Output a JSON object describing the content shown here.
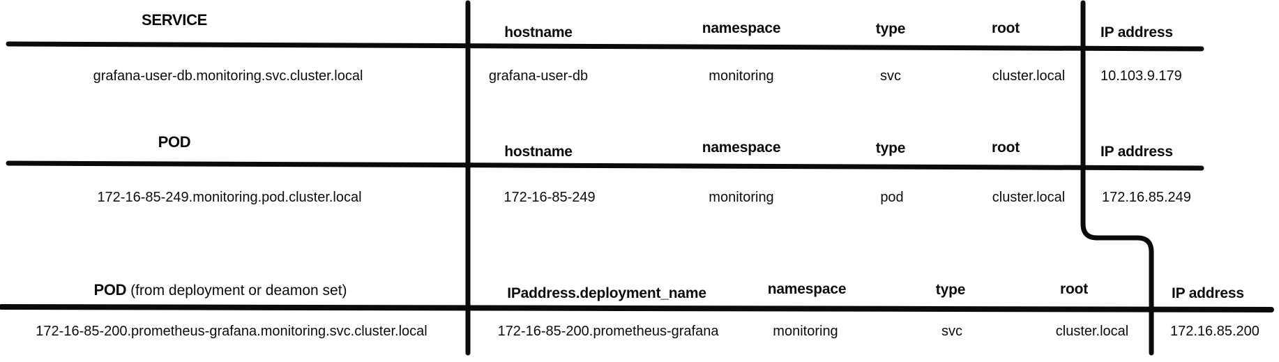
{
  "page": {
    "background_color": "#ffffff",
    "line_color": "#0b0b0b",
    "text_color": "#0b0b0b"
  },
  "sections": [
    {
      "title": "SERVICE",
      "title_note": "",
      "headers": [
        "hostname",
        "namespace",
        "type",
        "root",
        "IP address"
      ],
      "row": {
        "full_name": "grafana-user-db.monitoring.svc.cluster.local",
        "hostname": "grafana-user-db",
        "namespace": "monitoring",
        "type": "svc",
        "root": "cluster.local",
        "ip_address": "10.103.9.179"
      }
    },
    {
      "title": "POD",
      "title_note": "",
      "headers": [
        "hostname",
        "namespace",
        "type",
        "root",
        "IP address"
      ],
      "row": {
        "full_name": "172-16-85-249.monitoring.pod.cluster.local",
        "hostname": "172-16-85-249",
        "namespace": "monitoring",
        "type": "pod",
        "root": "cluster.local",
        "ip_address": "172.16.85.249"
      }
    },
    {
      "title": "POD",
      "title_note": " (from deployment or deamon set)",
      "headers": [
        "IPaddress.deployment_name",
        "namespace",
        "type",
        "root",
        "IP address"
      ],
      "row": {
        "full_name": "172-16-85-200.prometheus-grafana.monitoring.svc.cluster.local",
        "hostname": "172-16-85-200.prometheus-grafana",
        "namespace": "monitoring",
        "type": "svc",
        "root": "cluster.local",
        "ip_address": "172.16.85.200"
      }
    }
  ]
}
